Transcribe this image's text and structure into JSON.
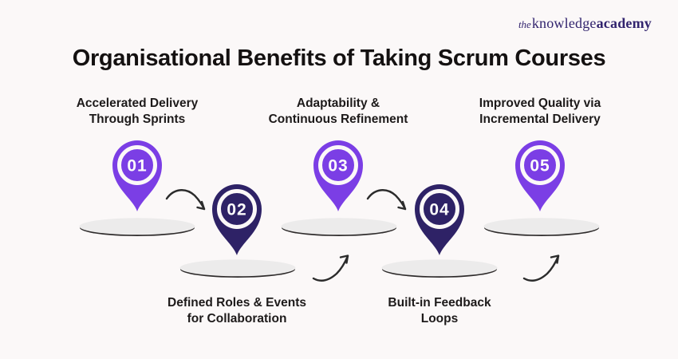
{
  "brand": {
    "the": "the",
    "knowledge": "knowledge",
    "academy": "academy",
    "color": "#32246E"
  },
  "title": "Organisational Benefits of Taking Scrum Courses",
  "colors": {
    "background": "#FBF8F8",
    "pin_purple": "#7B3EE5",
    "pin_dark_purple": "#2E2266",
    "pin_ring": "#FBF8F8",
    "pin_number": "#FDFCFC",
    "platform_fill": "#ECEBEB",
    "platform_edge": "#2E2B2B",
    "arrow": "#2B2B2B",
    "label_text": "#1D1A1A"
  },
  "steps": [
    {
      "number": "01",
      "label_line1": "Accelerated Delivery",
      "label_line2": "Through Sprints",
      "position": "top",
      "pin_color": "#7B3EE5"
    },
    {
      "number": "02",
      "label_line1": "Defined Roles & Events",
      "label_line2": "for Collaboration",
      "position": "bottom",
      "pin_color": "#2E2266"
    },
    {
      "number": "03",
      "label_line1": "Adaptability &",
      "label_line2": "Continuous Refinement",
      "position": "top",
      "pin_color": "#7B3EE5"
    },
    {
      "number": "04",
      "label_line1": "Built-in Feedback",
      "label_line2": "Loops",
      "position": "bottom",
      "pin_color": "#2E2266"
    },
    {
      "number": "05",
      "label_line1": "Improved Quality via",
      "label_line2": "Incremental Delivery",
      "position": "top",
      "pin_color": "#7B3EE5"
    }
  ]
}
